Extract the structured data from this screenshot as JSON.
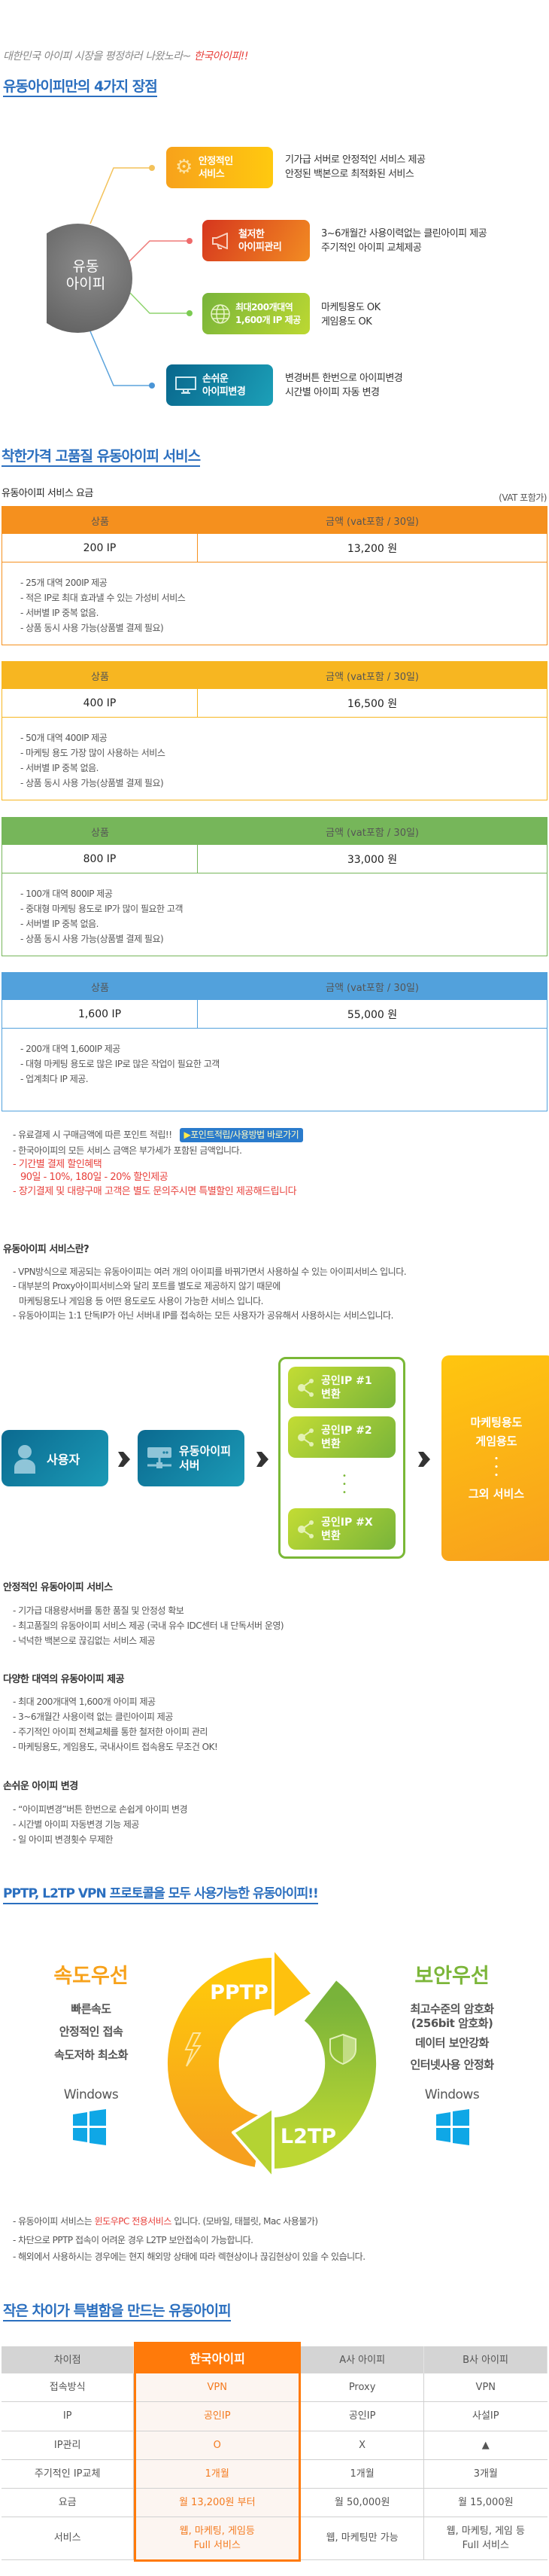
{
  "tagline": {
    "main": "대한민국 아이피 시장을 평정하러 나왔노라~",
    "highlight": "한국아이피!!"
  },
  "advantages": {
    "title": "유동아이피만의 4가지 장점",
    "center": [
      "유동",
      "아이피"
    ],
    "items": [
      {
        "label": [
          "안정적인",
          "서비스"
        ],
        "icon": "gear-icon",
        "desc": [
          "기가급 서버로 안정적인 서비스 제공",
          "안정된 백본으로 최적화된 서비스"
        ]
      },
      {
        "label": [
          "철저한",
          "아이피관리"
        ],
        "icon": "megaphone-icon",
        "desc": [
          "3~6개월간 사용이력없는 클린아이피 제공",
          "주기적인 아이피 교체제공"
        ]
      },
      {
        "label": [
          "최대200개대역",
          "1,600개 IP 제공"
        ],
        "icon": "globe-icon",
        "desc": [
          "마케팅용도 OK",
          "게임용도 OK"
        ]
      },
      {
        "label": [
          "손쉬운",
          "아이피변경"
        ],
        "icon": "monitor-icon",
        "desc": [
          "변경버튼 한번으로 아이피변경",
          "시간별 아이피 자동 변경"
        ]
      }
    ],
    "colors": {
      "orange": "#f7a21b",
      "red": "#e04a25",
      "green": "#8cc13a",
      "blue": "#1585aa"
    }
  },
  "pricing": {
    "title": "착한가격 고품질 유동아이피 서비스",
    "subtitle": "유동아이피 서비스 요금",
    "vat_note": "(VAT 포함가)",
    "col_product": "상품",
    "col_price": "금액 (vat포함 / 30일)",
    "plans": [
      {
        "product": "200 IP",
        "price": "13,200 원",
        "color": "#f5901e",
        "features": [
          "- 25개 대역 200IP 제공",
          "- 적은 IP로 최대 효과낼 수 있는 가성비 서비스",
          "- 서버별 IP 중복 없음.",
          "- 상품 동시 사용 가능(상품별 결제 필요)"
        ]
      },
      {
        "product": "400 IP",
        "price": "16,500 원",
        "color": "#f7b621",
        "features": [
          "- 50개 대역 400IP 제공",
          "- 마케팅 용도 가장 많이 사용하는 서비스",
          "- 서버별 IP 중복 없음.",
          "- 상품 동시 사용 가능(상품별 결제 필요)"
        ]
      },
      {
        "product": "800 IP",
        "price": "33,000 원",
        "color": "#76b65a",
        "features": [
          "- 100개 대역 800IP 제공",
          "- 중대형 마케팅 용도로 IP가 많이 필요한 고객",
          "- 서버별 IP 중복 없음.",
          "- 상품 동시 사용 가능(상품별 결제 필요)"
        ]
      },
      {
        "product": "1,600 IP",
        "price": "55,000 원",
        "color": "#52a1dc",
        "features": [
          "- 200개 대역 1,600IP 제공",
          "- 대형 마케팅 용도로 많은 IP로 많은 작업이 필요한 고객",
          "- 업계최다 IP 제공."
        ]
      }
    ]
  },
  "notes": {
    "points": "- 유료결제 시 구매금액에 따른 포인트 적립!!",
    "points_button": "포인트적립/사용방법 바로가기",
    "vat": "- 한국아이피의 모든 서비스 금액은 부가세가 포함된 금액입니다.",
    "discount_title": "- 기간별 결제 할인혜택",
    "discount_detail": "90일 - 10%, 180일 - 20% 할인제공",
    "bulk": "- 장기결제 및 대량구매 고객은 별도 문의주시면 특별할인 제공해드립니다",
    "red": "#e8413c"
  },
  "what_is": {
    "title": "유동아이피 서비스란?",
    "lines": [
      "- VPN방식으로 제공되는 유동아이피는 여러 개의 아이피를 바꿔가면서 사용하실 수 있는 아이피서비스 입니다.",
      "- 대부분의 Proxy아이피서비스와 달리 포트를 별도로 제공하지 않기 때문에",
      "마케팅용도나 게임용 등 어떤 용도로도 사용이 가능한 서비스 입니다.",
      "- 유동아이피는 1:1 단독IP가 아닌 서버내 IP를 접속하는 모든 사용자가 공유해서 사용하시는 서비스입니다."
    ]
  },
  "diagram": {
    "user": "사용자",
    "server": [
      "유동아이피",
      "서버"
    ],
    "ips": [
      [
        "공인IP #1",
        "변환"
      ],
      [
        "공인IP #2",
        "변환"
      ],
      [
        "공인IP #X",
        "변환"
      ]
    ],
    "uses": [
      "마케팅용도",
      "게임용도",
      "그외 서비스"
    ]
  },
  "features": [
    {
      "title": "안정적인 유동아이피 서비스",
      "lines": [
        "- 기가급 대용량서버를 통한 품질 및 안정성 확보",
        "- 최고품질의 유동아이피 서비스 제공 (국내 유수 IDC센터 내 단독서버 운영)",
        "- 넉넉한 백본으로 끊김없는 서비스 제공"
      ]
    },
    {
      "title": "다양한 대역의 유동아이피 제공",
      "lines": [
        "- 최대 200개대역 1,600개 아이피 제공",
        "- 3~6개월간 사용이력 없는 클린아이피 제공",
        "- 주기적인 아이피 전체교체를 통한 철저한 아이피 관리",
        "- 마케팅용도, 게임용도, 국내사이트 접속용도 무조건 OK!"
      ]
    },
    {
      "title": "손쉬운 아이피 변경",
      "lines": [
        "- “아이피변경”버튼 한번으로 손쉽게 아이피 변경",
        "- 시간별 아이피 자동변경 기능 제공",
        "- 일 아이피 변경횟수 무제한"
      ]
    }
  ],
  "vpn": {
    "title": "PPTP, L2TP VPN 프로토콜을 모두 사용가능한 유동아이피!!",
    "pptp": "PPTP",
    "l2tp": "L2TP",
    "speed": {
      "title": "속도우선",
      "lines": [
        "빠른속도",
        "안정적인 접속",
        "속도저하 최소화"
      ],
      "os": "Windows",
      "color": "#f7a21b"
    },
    "security": {
      "title": "보안우선",
      "lines": [
        "최고수준의 암호화",
        "(256bit 암호화)",
        "데이터 보안강화",
        "인터넷사용 안정화"
      ],
      "os": "Windows",
      "color": "#7cb63a"
    },
    "notes": {
      "line1_pre": "- 유동아이피 서비스는 ",
      "line1_red": "윈도우PC  전용서비스",
      "line1_post": " 입니다. (모바일, 태블릿, Mac 사용불가)",
      "line2": "- 차단으로 PPTP 접속이 어려운 경우 L2TP 보안접속이 가능합니다.",
      "line3": "- 해외에서 사용하시는 경우에는 현지 해외망 상태에 따라 렉현상이나 끊김현상이 있을 수 있습니다."
    }
  },
  "comparison": {
    "title": "작은 차이가 특별함을 만드는 유동아이피",
    "headers": [
      "차이점",
      "한국아이피",
      "A사 아이피",
      "B사 아이피"
    ],
    "rows": [
      [
        "접속방식",
        "VPN",
        "Proxy",
        "VPN"
      ],
      [
        "IP",
        "공인IP",
        "공인IP",
        "사설IP"
      ],
      [
        "IP관리",
        "O",
        "X",
        "▲"
      ],
      [
        "주기적인 IP교체",
        "1개월",
        "1개월",
        "3개월"
      ],
      [
        "요금",
        "월 13,200원 부터",
        "월 50,000원",
        "월 15,000원"
      ],
      [
        "서비스",
        "웹, 마케팅, 게임등\nFull 서비스",
        "웹, 마케팅만 가능",
        "웹, 마케팅, 게임 등\nFull 서비스"
      ]
    ],
    "highlight_color": "#ff7a0a"
  }
}
